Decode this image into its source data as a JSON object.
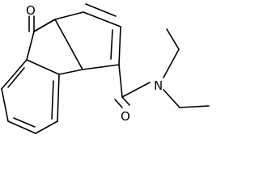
{
  "molecule": {
    "atoms": {
      "ketone_oxygen": "O",
      "amide_oxygen": "O",
      "amide_nitrogen": "N"
    }
  }
}
